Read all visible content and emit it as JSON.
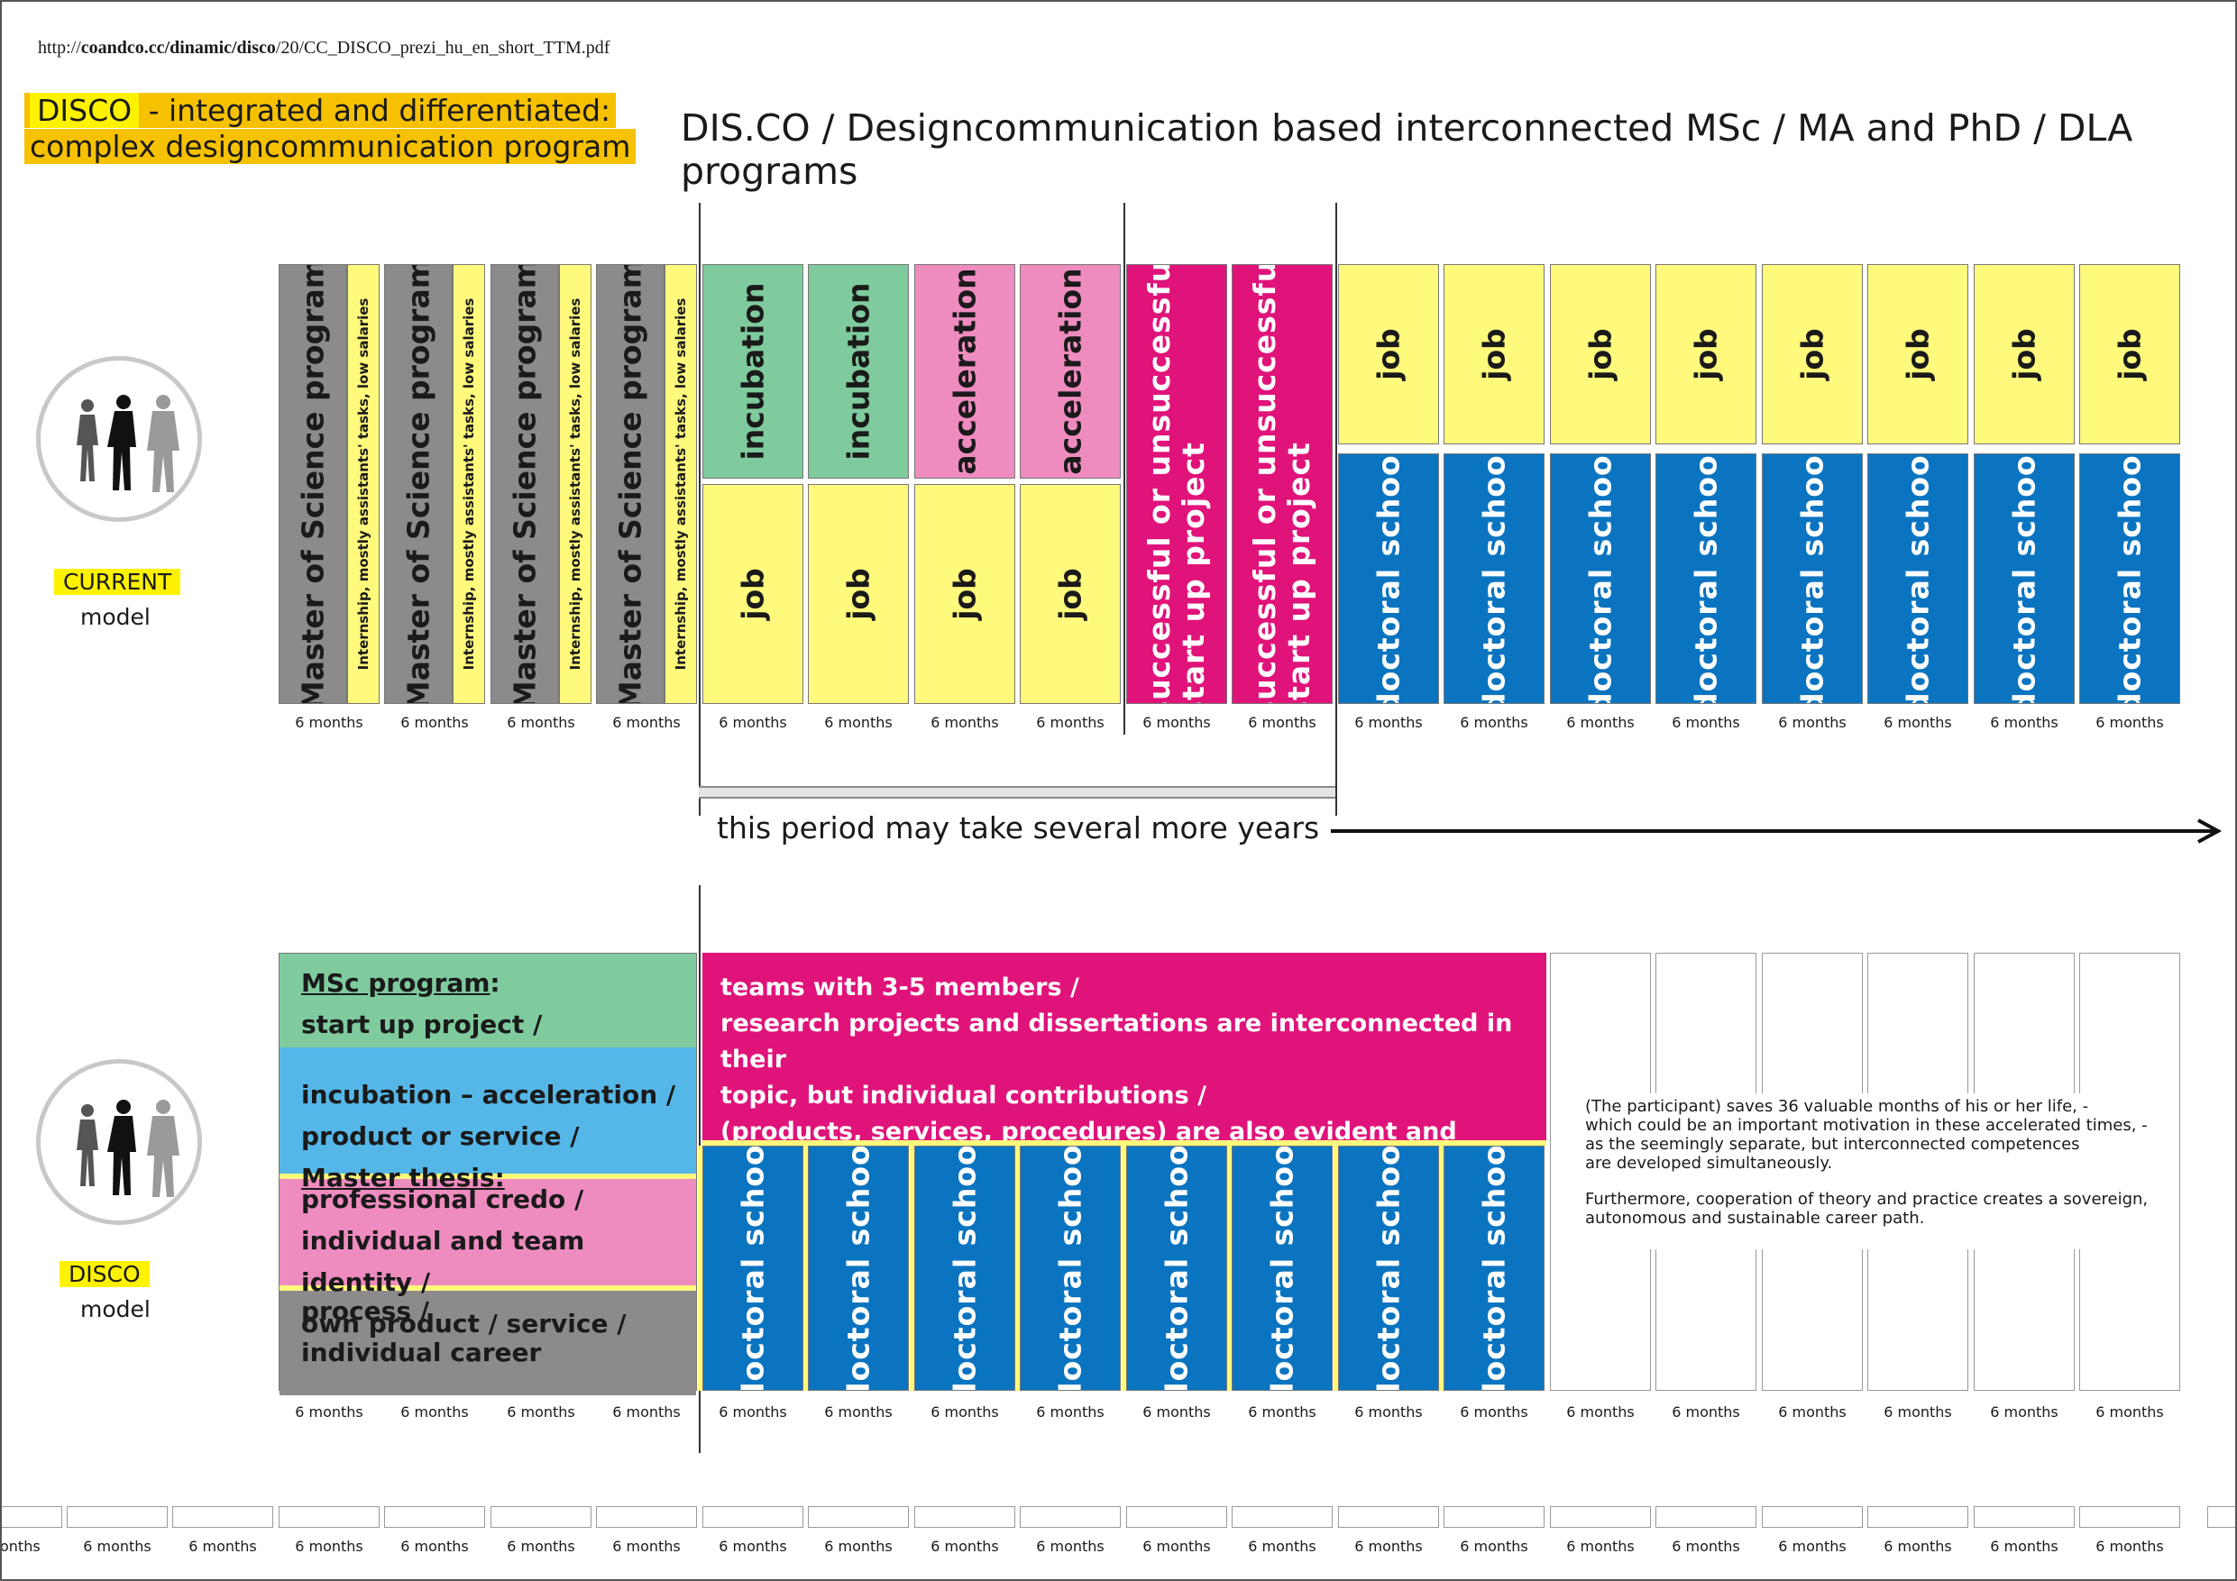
{
  "header": {
    "url_prefix": "http://",
    "url_bold": "coandco.cc/dinamic/disco",
    "url_suffix": "/20/CC_DISCO_prezi_hu_en_short_TTM.pdf",
    "banner_disco": "DISCO",
    "banner_line1": "- integrated and differentiated:",
    "banner_line2": "complex designcommunication program",
    "main_title": "DIS.CO / Designcommunication based interconnected MSc / MA and PhD / DLA programs"
  },
  "colors": {
    "gray": "#8c8a8b",
    "green": "#7fcb9e",
    "pink": "#ef8cbf",
    "yellow": "#fff97c",
    "magenta": "#e0137a",
    "blue": "#0b74c0",
    "lightblue": "#55b7e8",
    "gold": "#f6c100",
    "highlight": "#fff200"
  },
  "current": {
    "tag": "CURRENT",
    "model": "model",
    "msc": "Master of Science program",
    "internship": "Internship, mostly assistants' tasks, low salaries",
    "incubation": "incubation",
    "acceleration": "acceleration",
    "job": "job",
    "startup_line1": "successful or unsuccessful",
    "startup_line2": "start up project",
    "doctoral": "doctoral school",
    "months": "6 months"
  },
  "period": {
    "text": "this period may take several more years"
  },
  "disco": {
    "tag": "DISCO",
    "model": "model",
    "msc_heading": "MSc program",
    "msc_colon": ":",
    "line_startup": "start up project /",
    "line_incubation": "incubation – acceleration /",
    "line_product": "product or service /",
    "thesis_heading": "Master thesis:",
    "line_credo": "professional credo /",
    "line_identity": "individual and team identity /",
    "line_own": "own product / service /",
    "line_process": "process /",
    "line_career": "individual career",
    "team_line1": "teams with 3-5 members /",
    "team_line2": "research projects and dissertations are interconnected in their",
    "team_line3": "topic, but individual contributions /",
    "team_line4": "(products, services, procedures) are also evident and measurable",
    "doctoral": "doctoral school",
    "note_line1": "(The participant) saves 36 valuable months of his or her life, -",
    "note_line2": "which could be an important motivation in these accelerated times, -",
    "note_line3": "as the seemingly separate, but interconnected competences",
    "note_line4": "are developed simultaneously.",
    "note_line5": "Furthermore, cooperation of theory and practice creates a sovereign,",
    "note_line6": "autonomous and sustainable career path.",
    "months": "6 months"
  },
  "footer": {
    "first_label": "onths",
    "months": "6 months"
  }
}
